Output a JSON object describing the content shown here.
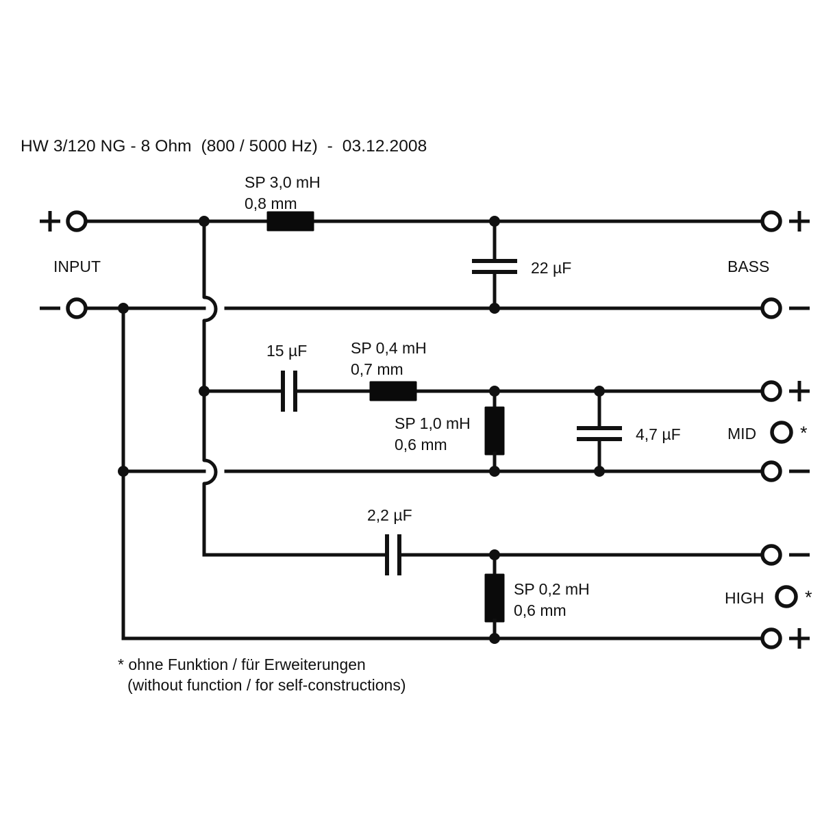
{
  "title": "HW 3/120 NG - 8 Ohm  (800 / 5000 Hz)  -  03.12.2008",
  "ports": {
    "input": {
      "label": "INPUT",
      "plus": "+",
      "minus": "−"
    },
    "bass": {
      "label": "BASS",
      "plus": "+",
      "minus": "−"
    },
    "mid": {
      "label": "MID",
      "plus": "+",
      "minus": "−",
      "spare_marker": "*"
    },
    "high": {
      "label": "HIGH",
      "minus": "−",
      "plus": "+",
      "spare_marker": "*"
    }
  },
  "components": {
    "bass_series_coil": {
      "line1": "SP 3,0 mH",
      "line2": "0,8 mm"
    },
    "bass_shunt_cap": "22 µF",
    "mid_series_cap": "15 µF",
    "mid_series_coil": {
      "line1": "SP 0,4 mH",
      "line2": "0,7 mm"
    },
    "mid_shunt_coil": {
      "line1": "SP 1,0 mH",
      "line2": "0,6 mm"
    },
    "mid_shunt_cap": "4,7 µF",
    "high_series_cap": "2,2 µF",
    "high_shunt_coil": {
      "line1": "SP 0,2 mH",
      "line2": "0,6 mm"
    }
  },
  "footnote": {
    "line1": "* ohne Funktion / für Erweiterungen",
    "line2": "(without function / for self-constructions)"
  },
  "colors": {
    "ink": "#111111",
    "background": "#ffffff"
  }
}
